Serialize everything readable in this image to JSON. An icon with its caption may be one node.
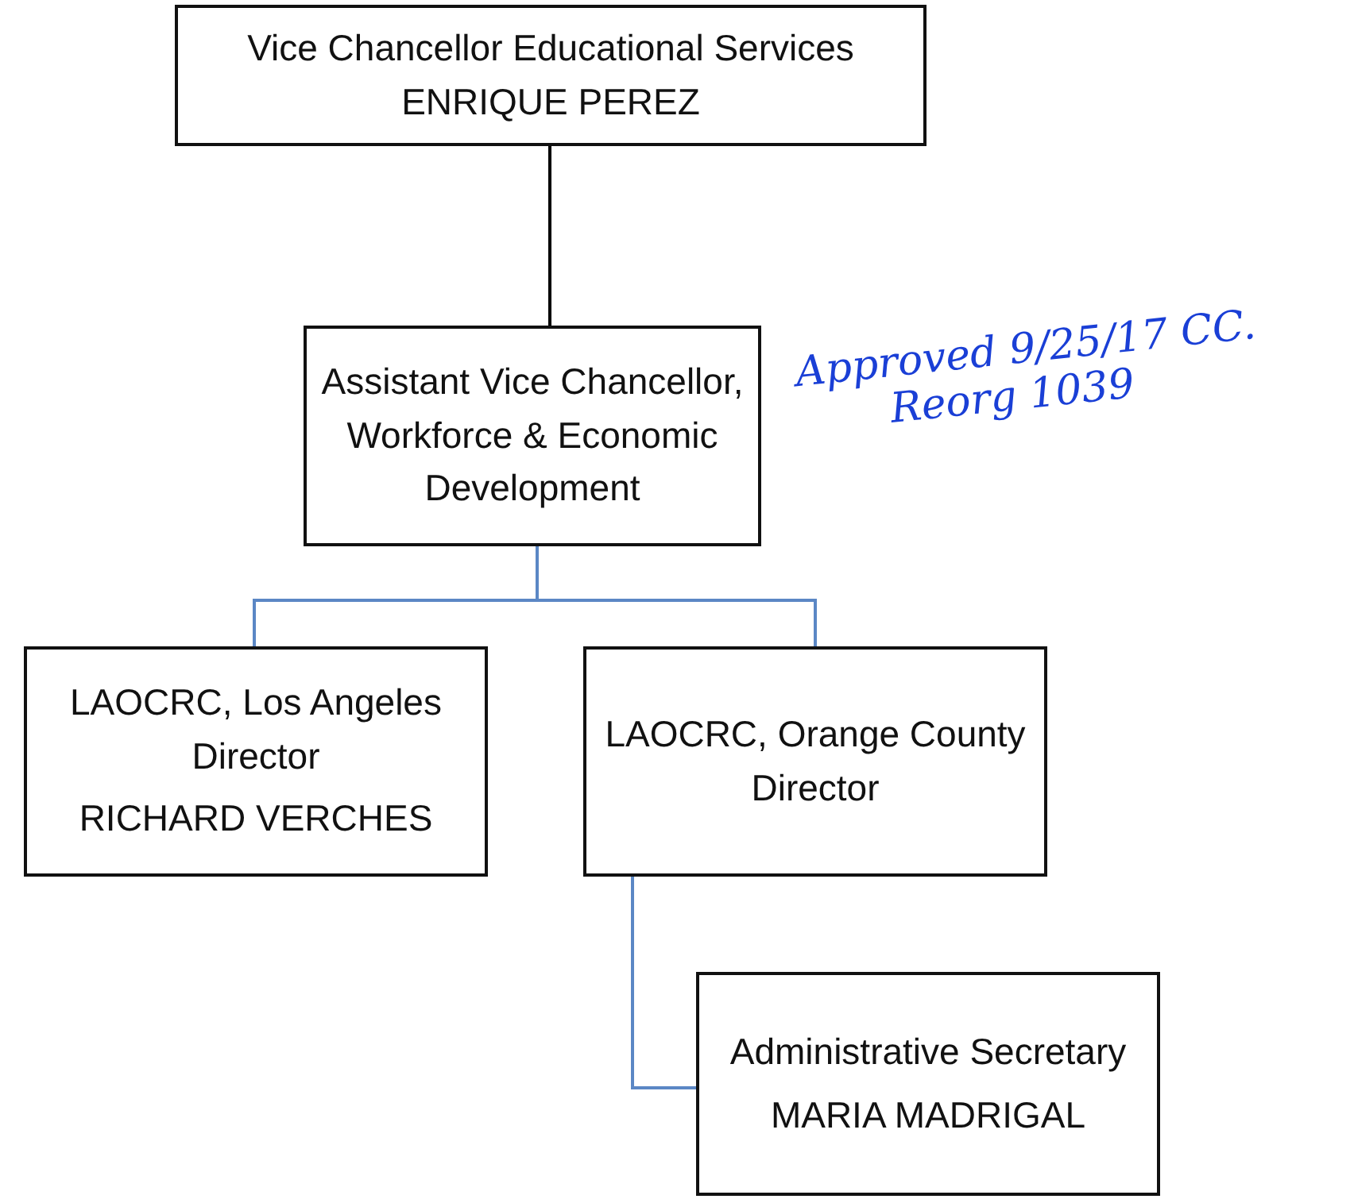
{
  "diagram": {
    "nodes": [
      {
        "text": [
          "Vice Chancellor Educational Services",
          "ENRIQUE PEREZ"
        ]
      },
      {
        "text": [
          "Assistant Vice Chancellor, Workforce & Economic Development"
        ]
      },
      {
        "text": [
          "LAOCRC, Los Angeles Director",
          "RICHARD VERCHES"
        ]
      },
      {
        "text": [
          "LAOCRC, Orange County Director"
        ]
      },
      {
        "text": [
          "Administrative Secretary",
          "MARIA MADRIGAL"
        ]
      }
    ],
    "edges": [
      {
        "from": 0,
        "to": 1,
        "arrow": "none",
        "color": "#000000"
      },
      {
        "from": 1,
        "to": 2,
        "arrow": "none"
      },
      {
        "from": 1,
        "to": 3,
        "arrow": "none"
      },
      {
        "from": 3,
        "to": 4,
        "arrow": "none"
      }
    ],
    "labels": [
      "Approved 9/25/17 CC.",
      "Reorg 1039"
    ]
  }
}
